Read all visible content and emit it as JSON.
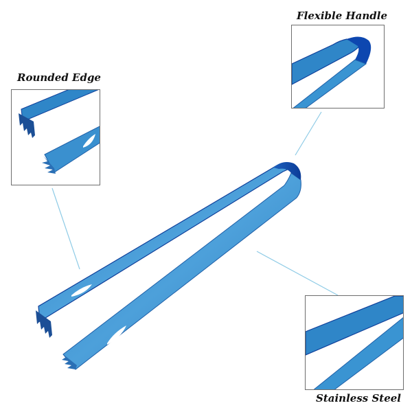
{
  "callouts": {
    "rounded_edge": "Rounded Edge",
    "flexible_handle": "Flexible Handle",
    "stainless_steel": "Stainless Steel"
  },
  "colors": {
    "tong_blue": "#2f86c8",
    "tong_dark": "#0f3f9a",
    "tong_light": "#5aa8dd",
    "pointer_line": "#8ecbe6",
    "frame": "#6d6d6d"
  }
}
